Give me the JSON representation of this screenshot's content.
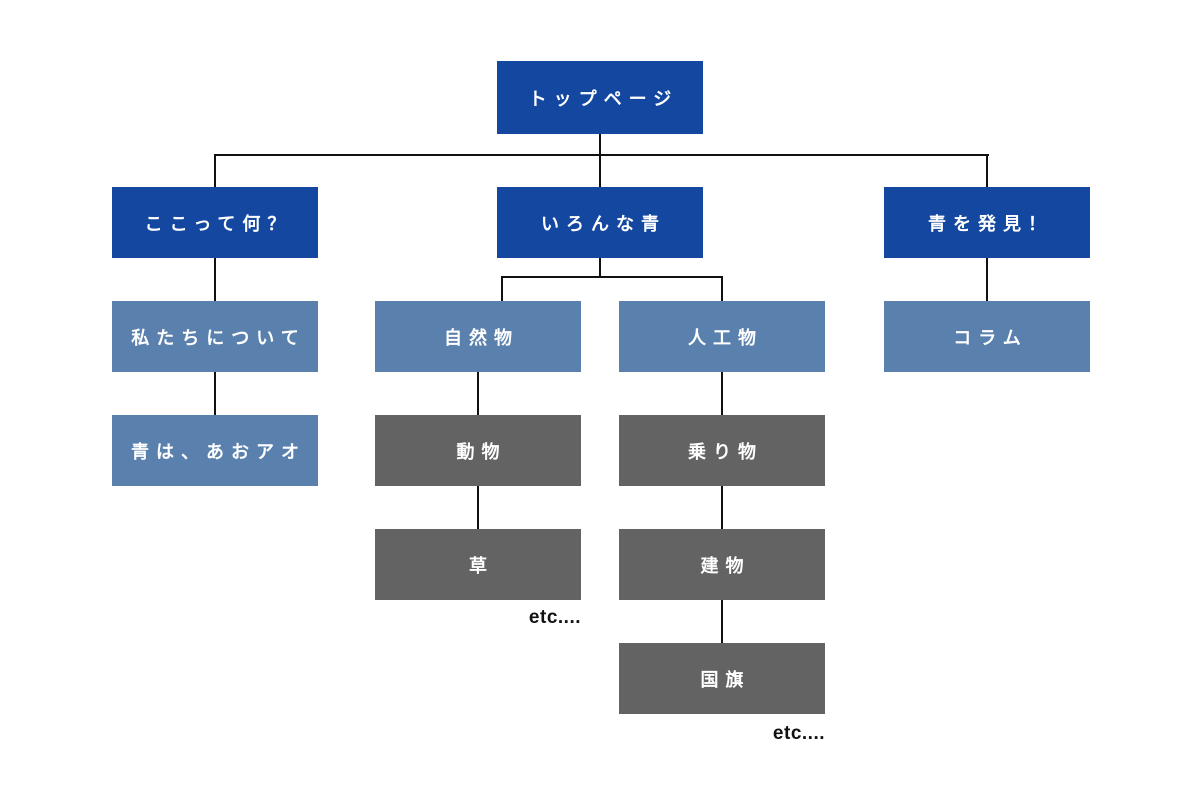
{
  "diagram": {
    "type": "sitemap-tree",
    "colors": {
      "background": "#ffffff",
      "level1": "#1448a0",
      "level2": "#5a81ad",
      "level3": "#636363",
      "connector": "#111111",
      "node_text": "#ffffff",
      "annotation_text": "#111111"
    },
    "nodes": [
      {
        "id": "top-page",
        "label": "トップページ",
        "level": 1
      },
      {
        "id": "what-is-here",
        "label": "ここって何？",
        "level": 1
      },
      {
        "id": "various-blues",
        "label": "いろんな青",
        "level": 1
      },
      {
        "id": "discover-blue",
        "label": "青を発見！",
        "level": 1
      },
      {
        "id": "about-us",
        "label": "私たちについて",
        "level": 2
      },
      {
        "id": "natural-things",
        "label": "自然物",
        "level": 2
      },
      {
        "id": "artificial-things",
        "label": "人工物",
        "level": 2
      },
      {
        "id": "column",
        "label": "コラム",
        "level": 2
      },
      {
        "id": "blue-is-aoao",
        "label": "青は、あおアオ",
        "level": 2
      },
      {
        "id": "animals",
        "label": "動物",
        "level": 3
      },
      {
        "id": "vehicles",
        "label": "乗り物",
        "level": 3
      },
      {
        "id": "grass",
        "label": "草",
        "level": 3
      },
      {
        "id": "buildings",
        "label": "建物",
        "level": 3
      },
      {
        "id": "national-flags",
        "label": "国旗",
        "level": 3
      }
    ],
    "annotations": [
      {
        "id": "etc-natural",
        "label": "etc...."
      },
      {
        "id": "etc-artificial",
        "label": "etc...."
      }
    ]
  }
}
